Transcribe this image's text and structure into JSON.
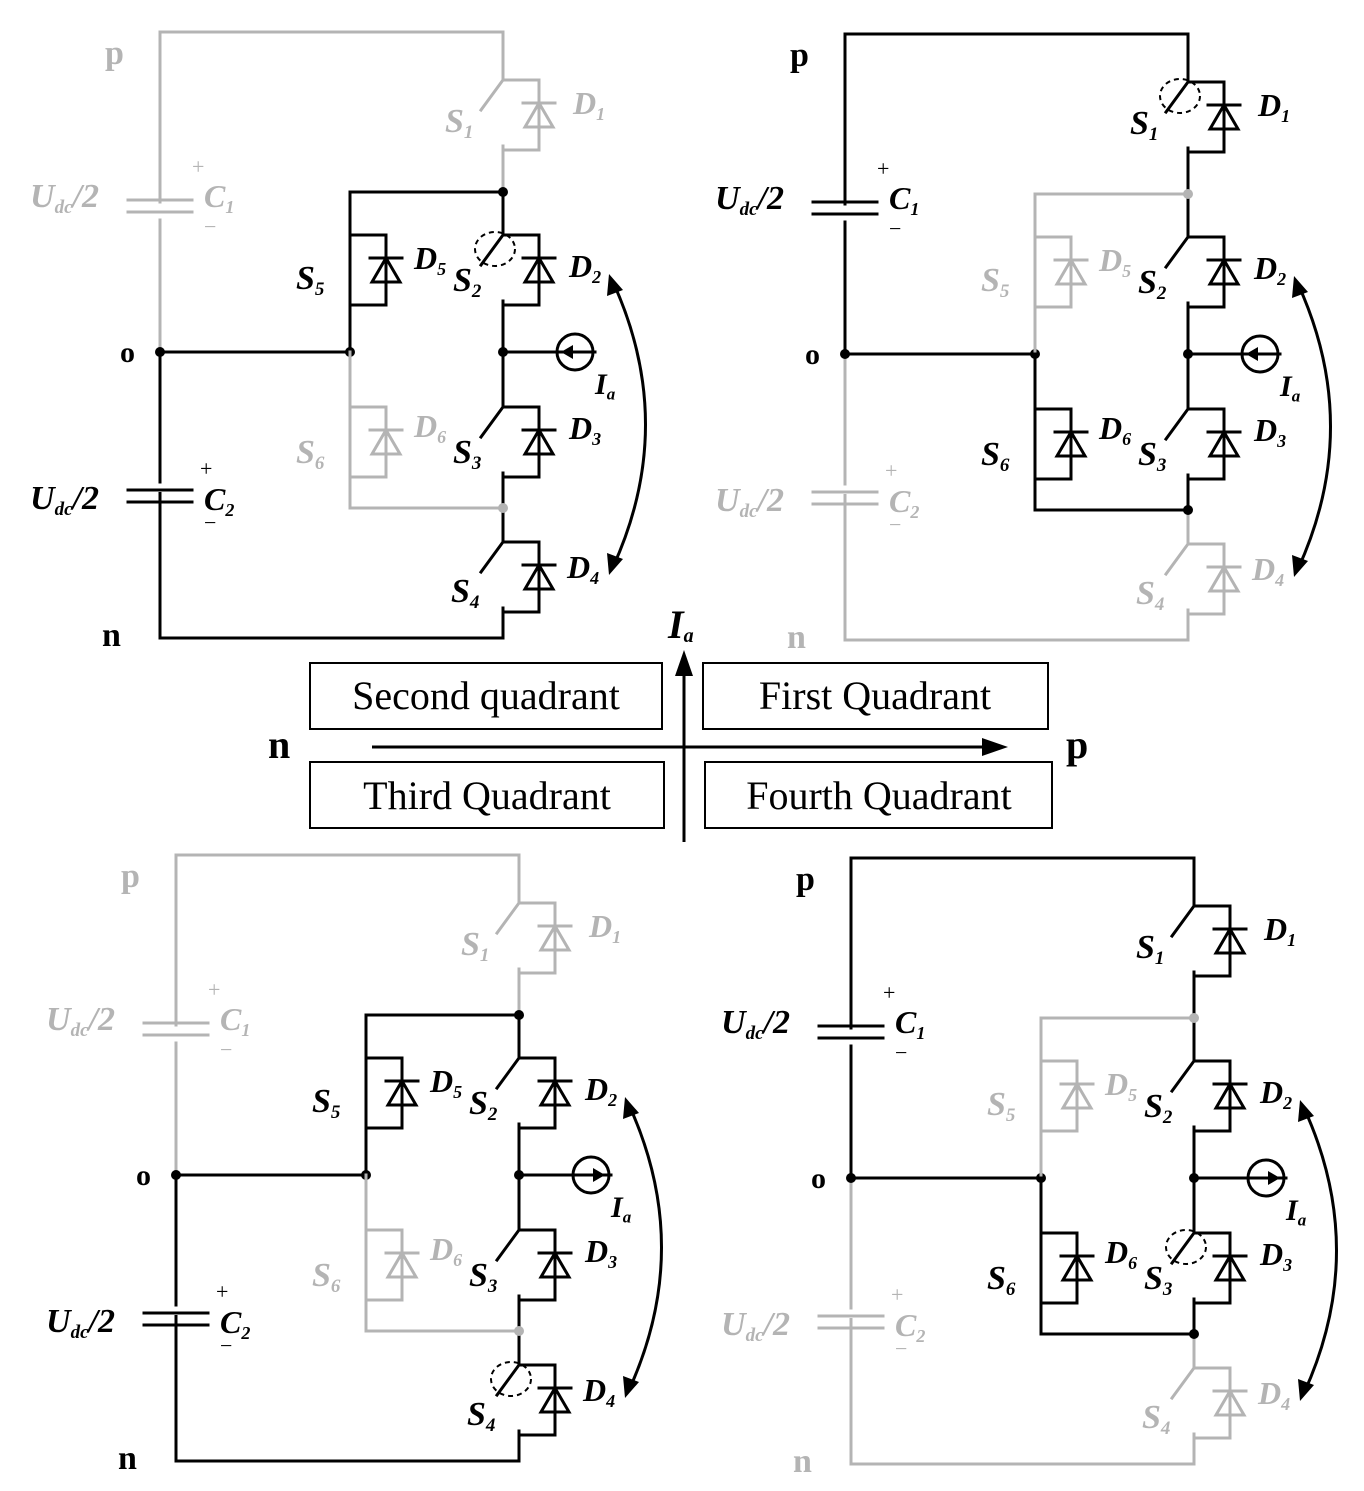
{
  "axis": {
    "vertical_label": "I",
    "vertical_sub": "a",
    "left_label": "n",
    "right_label": "p"
  },
  "quadrants": {
    "second": "Second quadrant",
    "first": "First Quadrant",
    "third": "Third Quadrant",
    "fourth": "Fourth Quadrant"
  },
  "labels": {
    "node_p": "p",
    "node_o": "o",
    "node_n": "n",
    "udc": "U",
    "udc_sub": "dc",
    "udc_tail": "/2",
    "plus": "+",
    "minus": "−",
    "cap1": "C",
    "cap1_sub": "1",
    "cap2": "C",
    "cap2_sub": "2",
    "S": "S",
    "D": "D",
    "I": "I",
    "I_sub": "a",
    "n1": "1",
    "n2": "2",
    "n3": "3",
    "n4": "4",
    "n5": "5",
    "n6": "6"
  },
  "colors": {
    "active": "#000000",
    "inactive": "#b4b4b4"
  },
  "circuits": [
    {
      "quadrant": "second",
      "current_direction": "left",
      "active": {
        "top": false,
        "C1": false,
        "C2": true,
        "bot": true,
        "S1": false,
        "S2": true,
        "S3": true,
        "S4": true,
        "S5": true,
        "S6": false
      },
      "dashed_switch": "S2",
      "current_arrow": "down"
    },
    {
      "quadrant": "first",
      "current_direction": "left",
      "active": {
        "top": true,
        "C1": true,
        "C2": false,
        "bot": false,
        "S1": true,
        "S2": true,
        "S3": true,
        "S4": false,
        "S5": false,
        "S6": true
      },
      "dashed_switch": "S1",
      "current_arrow": "down"
    },
    {
      "quadrant": "third",
      "current_direction": "right",
      "active": {
        "top": false,
        "C1": false,
        "C2": true,
        "bot": true,
        "S1": false,
        "S2": true,
        "S3": true,
        "S4": true,
        "S5": true,
        "S6": false
      },
      "dashed_switch": "S4",
      "current_arrow": "up"
    },
    {
      "quadrant": "fourth",
      "current_direction": "right",
      "active": {
        "top": true,
        "C1": true,
        "C2": false,
        "bot": false,
        "S1": true,
        "S2": true,
        "S3": true,
        "S4": false,
        "S5": false,
        "S6": true
      },
      "dashed_switch": "S3",
      "current_arrow": "up"
    }
  ]
}
